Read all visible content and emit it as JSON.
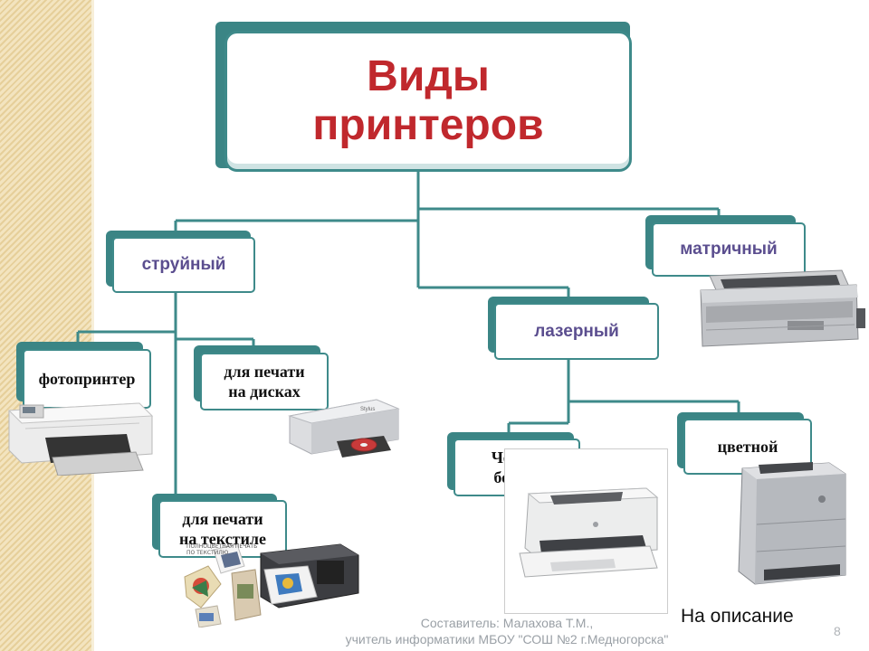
{
  "title": "Виды\nпринтеров",
  "categories": {
    "inkjet": "струйный",
    "laser": "лазерный",
    "matrix": "матричный"
  },
  "subtypes": {
    "photo_printer": "фотопринтер",
    "disc_printing": "для печати\nна дисках",
    "textile_printing": "для печати\nна  текстиле",
    "bw": "Черно-\nбелый",
    "color": "цветной"
  },
  "textile_photo_caption": "ПОЛНОЦВЕТНАЯ ПЕЧАТЬ\nПО ТЕКСТИЛЮ",
  "footer": {
    "credit": "Составитель: Малахова Т.М.,\nучитель информатики МБОУ \"СОШ №2 г.Медногорска\"",
    "link": "На описание",
    "page_number": "8"
  },
  "colors": {
    "title_text": "#c0282d",
    "category_text": "#5b4e8f",
    "border": "#3e8a8a",
    "connector": "#3e8a8a"
  }
}
